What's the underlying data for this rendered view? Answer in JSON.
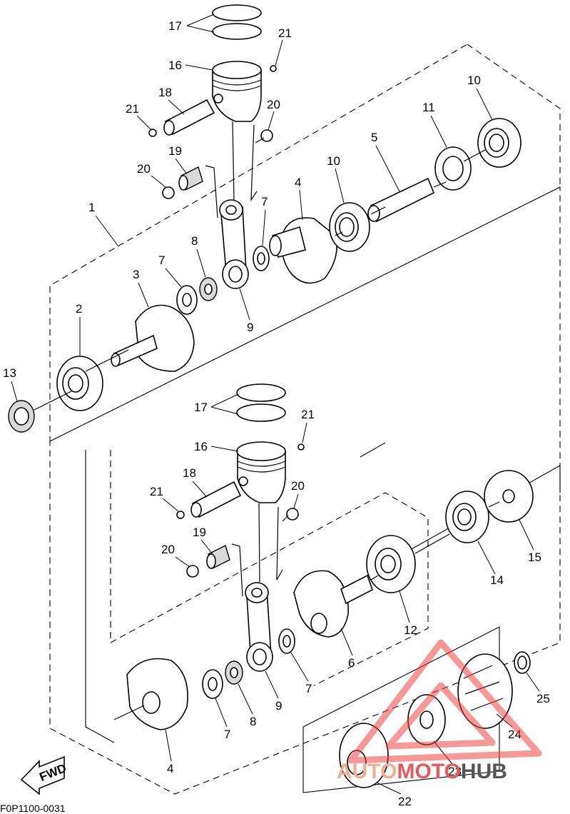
{
  "diagram_code": "F0P1100-0031",
  "fwd_label": "FWD",
  "watermark": {
    "part1": "AUTO",
    "part2": "MOTO",
    "part3": "HUB",
    "color1": "#f0b090",
    "color2": "#e55a5a",
    "color3": "#555555"
  },
  "callouts": {
    "c17a": "17",
    "c21a": "21",
    "c16a": "16",
    "c18a": "18",
    "c21b": "21",
    "c20a": "20",
    "c19a": "19",
    "c20b": "20",
    "c10a": "10",
    "c11": "11",
    "c5": "5",
    "c10b": "10",
    "c4a": "4",
    "c7a": "7",
    "c1": "1",
    "c8a": "8",
    "c7b": "7",
    "c3": "3",
    "c9a": "9",
    "c2": "2",
    "c13": "13",
    "c17b": "17",
    "c21c": "21",
    "c16b": "16",
    "c18b": "18",
    "c21d": "21",
    "c20c": "20",
    "c19b": "19",
    "c20d": "20",
    "c14": "14",
    "c15": "15",
    "c12": "12",
    "c6": "6",
    "c7c": "7",
    "c9b": "9",
    "c8b": "8",
    "c7d": "7",
    "c4b": "4",
    "c25": "25",
    "c24": "24",
    "c23": "23",
    "c22": "22"
  }
}
